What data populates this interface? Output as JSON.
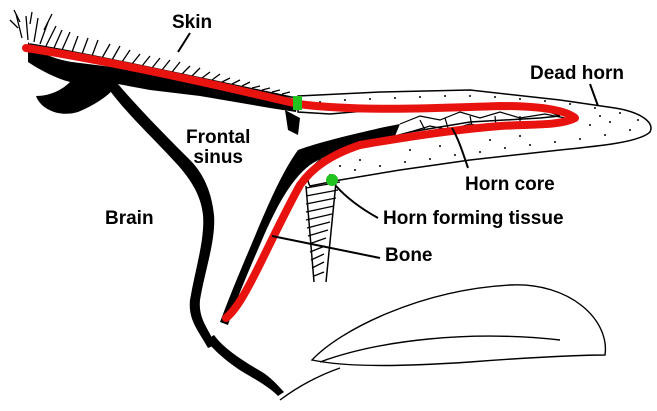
{
  "labels": {
    "skin": "Skin",
    "dead_horn": "Dead horn",
    "frontal_sinus_line1": "Frontal",
    "frontal_sinus_line2": "sinus",
    "brain": "Brain",
    "horn_core": "Horn core",
    "horn_forming_tissue": "Horn forming tissue",
    "bone": "Bone"
  },
  "colors": {
    "outline": "#000000",
    "epidermis_highlight": "#e8130f",
    "junction_marker": "#22c21f",
    "background": "#ffffff"
  }
}
